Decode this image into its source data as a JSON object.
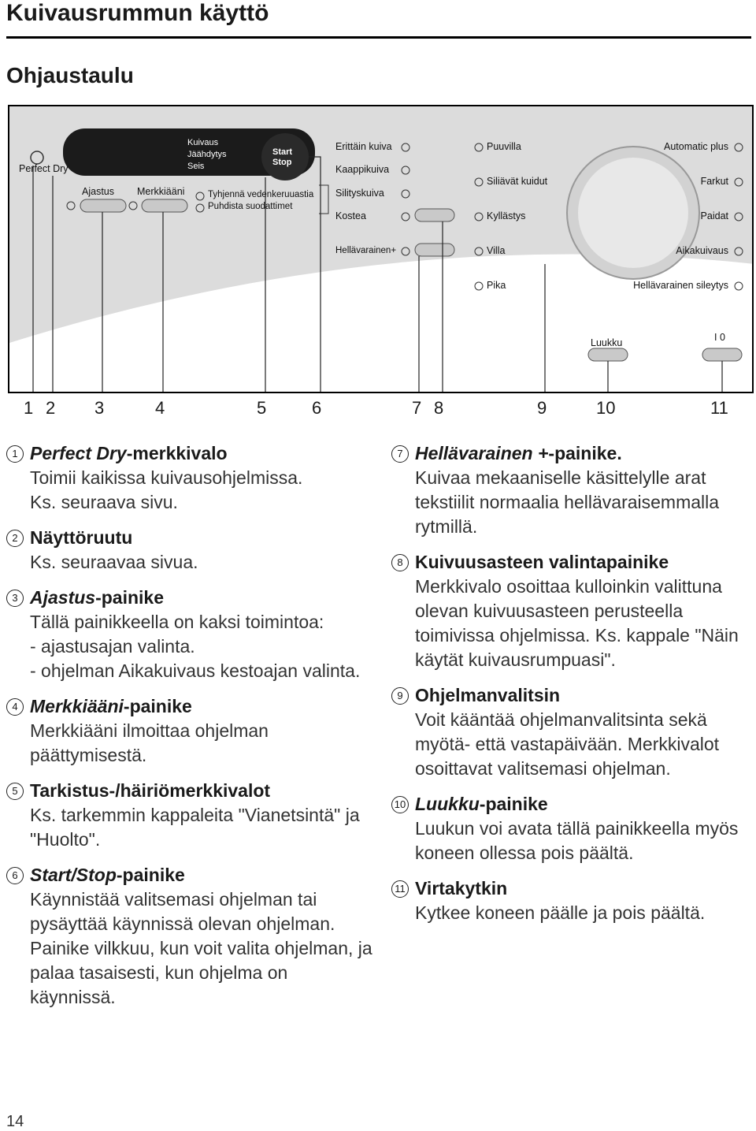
{
  "page_title": "Kuivausrummun käyttö",
  "section_title": "Ohjaustaulu",
  "panel": {
    "perfect_dry": "Perfect Dry",
    "display_status": [
      "Kuivaus",
      "Jäähdytys",
      "Seis"
    ],
    "ajastus": "Ajastus",
    "merkkiaani": "Merkkiääni",
    "start_stop": "Start Stop",
    "warnings": [
      "Tyhjennä vedenkeruuastia",
      "Puhdista suodattimet"
    ],
    "dryness_levels": [
      "Erittäin kuiva",
      "Kaappikuiva",
      "Silityskuiva",
      "Kostea"
    ],
    "hellavarainen": "Hellävarainen+",
    "programs_left": [
      "Puuvilla",
      "Siliävät kuidut",
      "Kyllästys",
      "Villa",
      "Pika"
    ],
    "programs_right": [
      "Automatic plus",
      "Farkut",
      "Paidat",
      "Aikakuivaus",
      "Hellävarainen sileytys"
    ],
    "luukku": "Luukku",
    "switch_symbol": "I  0"
  },
  "callouts": [
    "1",
    "2",
    "3",
    "4",
    "5",
    "6",
    "7",
    "8",
    "9",
    "10",
    "11"
  ],
  "items_left": [
    {
      "num": "1",
      "title_italic": "Perfect Dry",
      "title_rest": "-merkkivalo",
      "body": [
        "Toimii kaikissa kuivausohjelmissa.",
        "Ks. seuraava sivu."
      ]
    },
    {
      "num": "2",
      "title_italic": "",
      "title_rest": "Näyttöruutu",
      "body": [
        "Ks. seuraavaa sivua."
      ]
    },
    {
      "num": "3",
      "title_italic": "Ajastus",
      "title_rest": "-painike",
      "body": [
        "Tällä painikkeella on kaksi toimintoa:"
      ],
      "list": [
        "-  ajastusajan valinta.",
        "-  ohjelman Aikakuivaus kestoajan valinta."
      ]
    },
    {
      "num": "4",
      "title_italic": "Merkkiääni",
      "title_rest": "-painike",
      "body": [
        "Merkkiääni ilmoittaa ohjelman päättymisestä."
      ]
    },
    {
      "num": "5",
      "title_italic": "",
      "title_rest": "Tarkistus-/häiriömerkkivalot",
      "body": [
        "Ks. tarkemmin kappaleita \"Vianetsintä\" ja \"Huolto\"."
      ]
    },
    {
      "num": "6",
      "title_italic": "Start/Stop",
      "title_rest": "-painike",
      "body": [
        "Käynnistää valitsemasi ohjelman tai pysäyttää käynnissä olevan ohjelman.",
        "Painike vilkkuu, kun voit valita ohjelman, ja palaa tasaisesti, kun ohjelma on käynnissä."
      ]
    }
  ],
  "items_right": [
    {
      "num": "7",
      "title_italic": "Hellävarainen +",
      "title_rest": "-painike.",
      "body": [
        "Kuivaa mekaaniselle käsittelylle arat tekstiilit normaalia hellävaraisemmalla rytmillä."
      ]
    },
    {
      "num": "8",
      "title_italic": "",
      "title_rest": "Kuivuusasteen valintapainike",
      "body": [
        "Merkkivalo osoittaa kulloinkin valittuna olevan kuivuusasteen perusteella toimivissa ohjelmissa. Ks. kappale \"Näin käytät kuivausrumpuasi\"."
      ]
    },
    {
      "num": "9",
      "title_italic": "",
      "title_rest": "Ohjelmanvalitsin",
      "body": [
        "Voit kääntää ohjelmanvalitsinta sekä myötä- että vastapäivään. Merkkivalot osoittavat valitsemasi ohjelman."
      ]
    },
    {
      "num": "10",
      "title_italic": "Luukku",
      "title_rest": "-painike",
      "body": [
        "Luukun voi avata tällä painikkeella myös koneen ollessa pois päältä."
      ]
    },
    {
      "num": "11",
      "title_italic": "",
      "title_rest": "Virtakytkin",
      "body": [
        "Kytkee koneen päälle ja pois päältä."
      ]
    }
  ],
  "page_number": "14"
}
